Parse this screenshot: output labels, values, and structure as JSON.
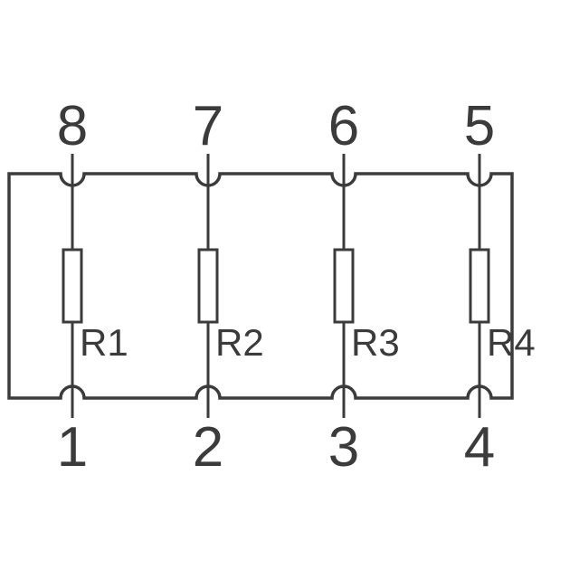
{
  "diagram": {
    "kind": "resistor-network-schematic",
    "colors": {
      "line": "#3b3b3b",
      "background": "#ffffff",
      "resistor_fill": "#ffffff"
    },
    "resistors": [
      {
        "label": "R1",
        "top_pin": "8",
        "bottom_pin": "1"
      },
      {
        "label": "R2",
        "top_pin": "7",
        "bottom_pin": "2"
      },
      {
        "label": "R3",
        "top_pin": "6",
        "bottom_pin": "3"
      },
      {
        "label": "R4",
        "top_pin": "5",
        "bottom_pin": "4"
      }
    ]
  }
}
